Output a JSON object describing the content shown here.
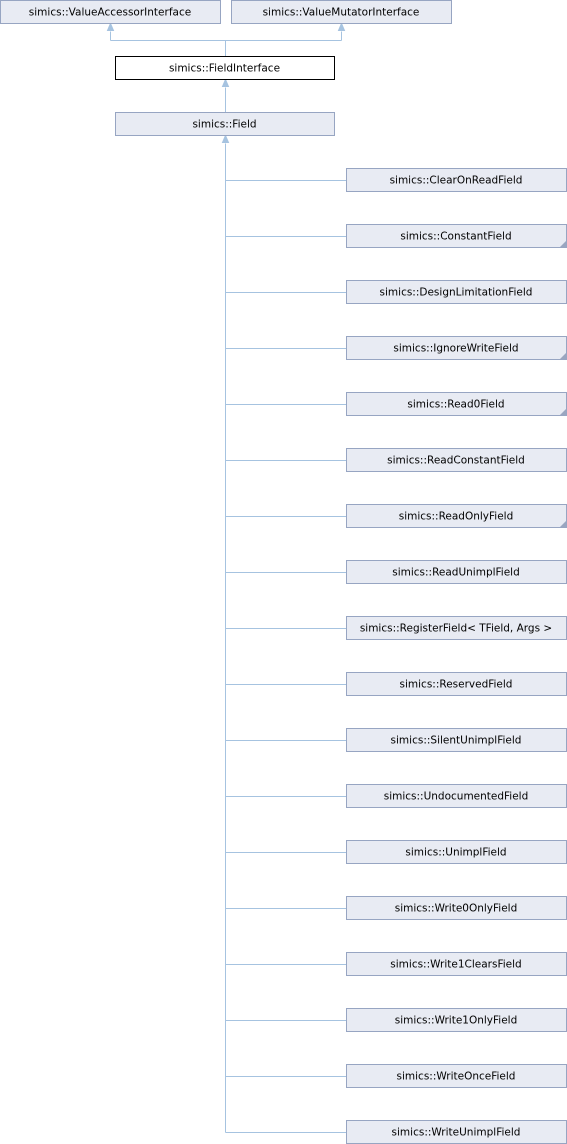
{
  "diagram": {
    "bases": [
      {
        "id": "value-accessor-interface",
        "label": "simics::ValueAccessorInterface"
      },
      {
        "id": "value-mutator-interface",
        "label": "simics::ValueMutatorInterface"
      }
    ],
    "interface": {
      "id": "field-interface",
      "label": "simics::FieldInterface"
    },
    "field": {
      "id": "field",
      "label": "simics::Field"
    },
    "derived": [
      {
        "id": "clear-on-read-field",
        "label": "simics::ClearOnReadField",
        "has_more": false
      },
      {
        "id": "constant-field",
        "label": "simics::ConstantField",
        "has_more": true
      },
      {
        "id": "design-limitation-field",
        "label": "simics::DesignLimitationField",
        "has_more": false
      },
      {
        "id": "ignore-write-field",
        "label": "simics::IgnoreWriteField",
        "has_more": true
      },
      {
        "id": "read0-field",
        "label": "simics::Read0Field",
        "has_more": true
      },
      {
        "id": "read-constant-field",
        "label": "simics::ReadConstantField",
        "has_more": false
      },
      {
        "id": "read-only-field",
        "label": "simics::ReadOnlyField",
        "has_more": true
      },
      {
        "id": "read-unimpl-field",
        "label": "simics::ReadUnimplField",
        "has_more": false
      },
      {
        "id": "register-field",
        "label": "simics::RegisterField< TField, Args >",
        "has_more": false
      },
      {
        "id": "reserved-field",
        "label": "simics::ReservedField",
        "has_more": false
      },
      {
        "id": "silent-unimpl-field",
        "label": "simics::SilentUnimplField",
        "has_more": false
      },
      {
        "id": "undocumented-field",
        "label": "simics::UndocumentedField",
        "has_more": false
      },
      {
        "id": "unimpl-field",
        "label": "simics::UnimplField",
        "has_more": false
      },
      {
        "id": "write0-only-field",
        "label": "simics::Write0OnlyField",
        "has_more": false
      },
      {
        "id": "write1-clears-field",
        "label": "simics::Write1ClearsField",
        "has_more": false
      },
      {
        "id": "write1-only-field",
        "label": "simics::Write1OnlyField",
        "has_more": false
      },
      {
        "id": "write-once-field",
        "label": "simics::WriteOnceField",
        "has_more": false
      },
      {
        "id": "write-unimpl-field",
        "label": "simics::WriteUnimplField",
        "has_more": false
      }
    ]
  }
}
